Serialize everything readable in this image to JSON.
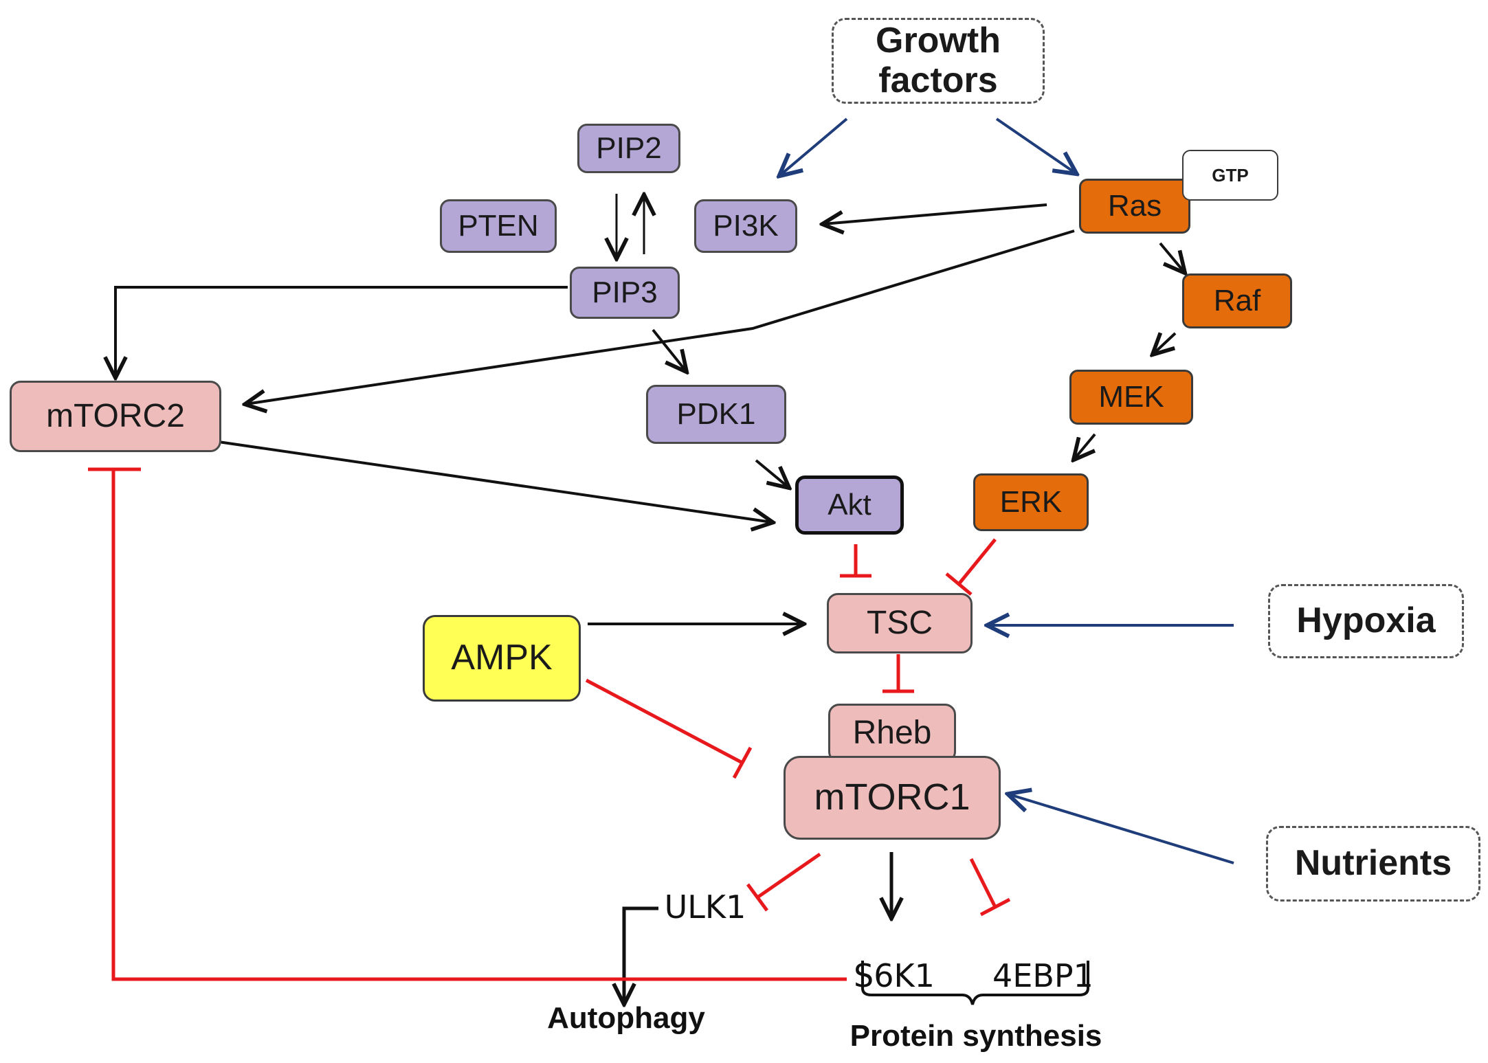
{
  "nodes": {
    "growth_factors": "Growth\nfactors",
    "pip2": "PIP2",
    "pten": "PTEN",
    "pi3k": "PI3K",
    "pip3": "PIP3",
    "ras": "Ras",
    "gtp": "GTP",
    "raf": "Raf",
    "mek": "MEK",
    "erk": "ERK",
    "mtorc2": "mTORC2",
    "pdk1": "PDK1",
    "akt": "Akt",
    "tsc": "TSC",
    "ampk": "AMPK",
    "hypoxia": "Hypoxia",
    "rheb": "Rheb",
    "mtorc1": "mTORC1",
    "nutrients": "Nutrients",
    "ulk1": "ULK1",
    "s6k1": "S6K1",
    "4ebp1": "4EBP1",
    "autophagy": "Autophagy",
    "protein_synthesis": "Protein synthesis"
  },
  "colors": {
    "pi3k_pathway": "#b4a7d6",
    "mapk_pathway": "#e46c0a",
    "mtor_complex": "#efbcbc",
    "ampk": "#ffff55",
    "activation_arrow": "#111111",
    "environment_arrow": "#1f3d7a",
    "inhibition": "#e8191d"
  }
}
